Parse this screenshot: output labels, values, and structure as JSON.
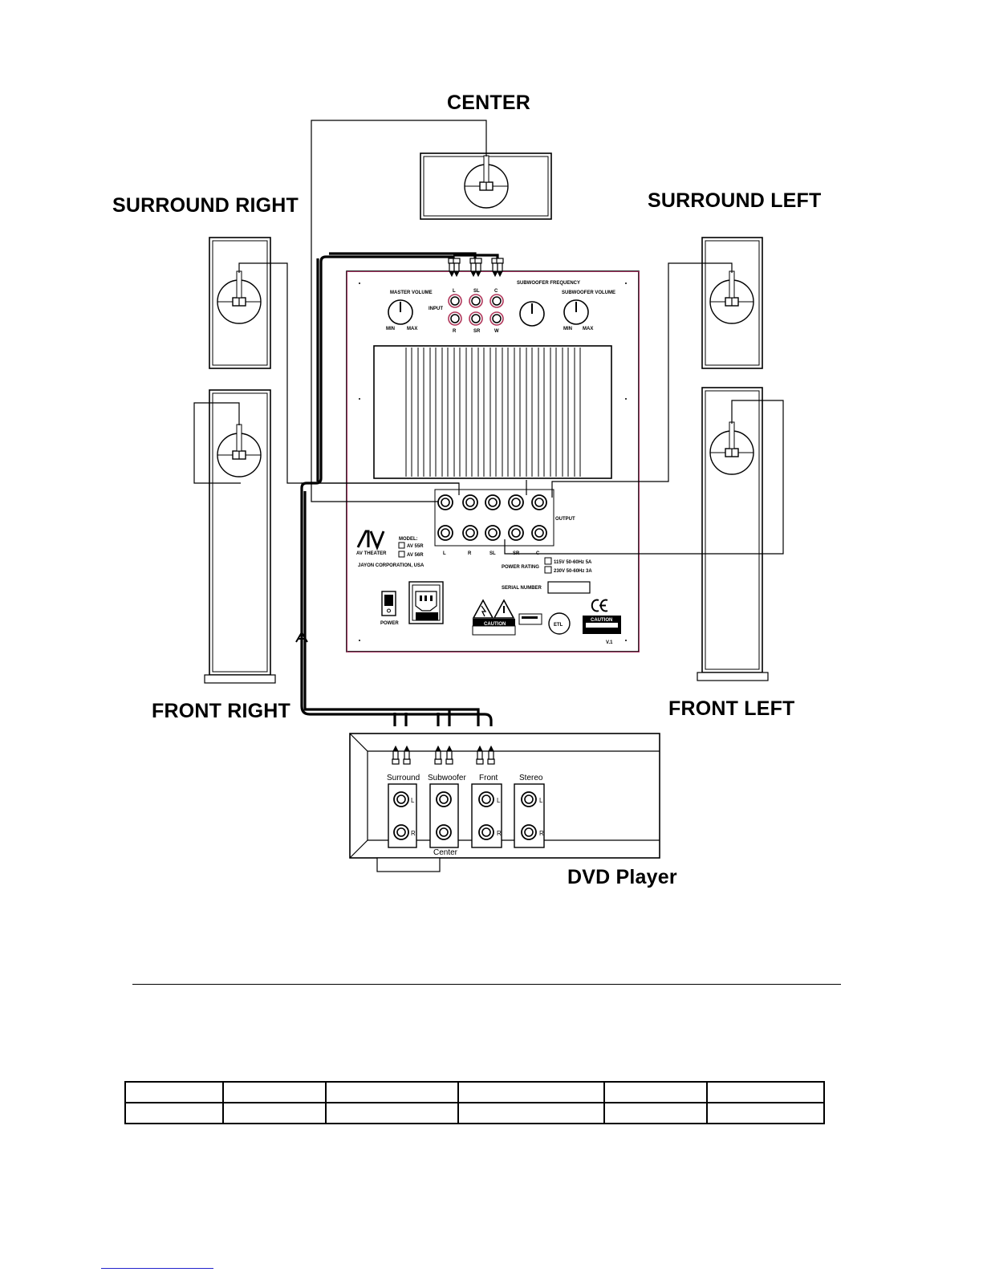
{
  "labels": {
    "center": "CENTER",
    "surround_right": "SURROUND RIGHT",
    "surround_left": "SURROUND LEFT",
    "front_right": "FRONT RIGHT",
    "front_left": "FRONT LEFT",
    "dvd_player": "DVD Player"
  },
  "subwoofer_panel": {
    "master_volume": "MASTER VOLUME",
    "min": "MIN",
    "max": "MAX",
    "input": "INPUT",
    "input_jacks_top": [
      "L",
      "SL",
      "C"
    ],
    "input_jacks_bottom": [
      "R",
      "SR",
      "W"
    ],
    "subwoofer_frequency": "SUBWOOFER FREQUENCY",
    "subwoofer_volume": "SUBWOOFER VOLUME",
    "output": "OUTPUT",
    "output_jacks": [
      "L",
      "R",
      "SL",
      "SR",
      "C"
    ],
    "logo": "AV THEATER",
    "model": "MODEL:",
    "model_options": [
      "AV 55R",
      "AV 56R"
    ],
    "company": "JAYON CORPORATION, USA",
    "power_rating": "POWER RATING",
    "power_options": [
      "115V 50-60Hz 5A",
      "230V 50-60Hz 3A"
    ],
    "serial_number": "SERIAL NUMBER",
    "power": "POWER",
    "caution": "CAUTION",
    "ce_mark": "CE",
    "etl_mark": "ETL",
    "version": "V.1"
  },
  "dvd_panel": {
    "groups": [
      "Surround",
      "Subwoofer",
      "Front",
      "Stereo"
    ],
    "channel_l": "L",
    "channel_r": "R",
    "center": "Center"
  },
  "table": {
    "rows": [
      [
        "",
        "",
        "",
        "",
        "",
        ""
      ],
      [
        "",
        "",
        "",
        "",
        "",
        ""
      ]
    ]
  }
}
